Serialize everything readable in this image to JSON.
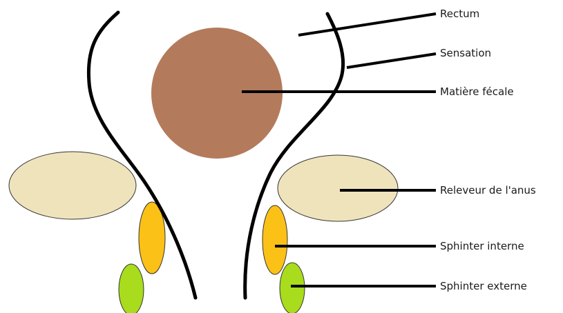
{
  "diagram": {
    "labels": {
      "rectum": "Rectum",
      "sensation": "Sensation",
      "feces": "Matière fécale",
      "levator": "Releveur de l'anus",
      "internal_sphincter": "Sphinter interne",
      "external_sphincter": "Sphinter externe"
    },
    "colors": {
      "feces": "#b37b5c",
      "levator": "#efe3bc",
      "internal_sphincter": "#fbc116",
      "external_sphincter": "#a8dc1c",
      "outline": "#000000"
    }
  }
}
